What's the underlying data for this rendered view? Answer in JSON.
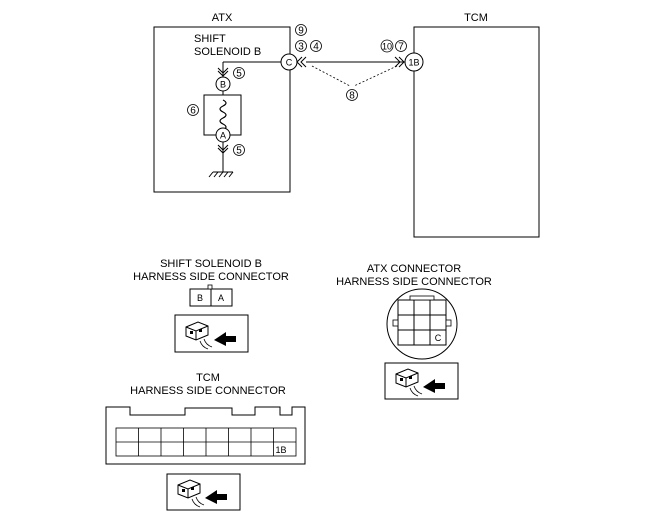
{
  "boxes": {
    "atx_title": "ATX",
    "tcm_title": "TCM",
    "solenoid_line1": "SHIFT",
    "solenoid_line2": "SOLENOID B"
  },
  "terminals": {
    "b": "B",
    "a": "A",
    "c": "C",
    "tcm_1b": "1B"
  },
  "callouts": {
    "n9": "9",
    "n3": "3",
    "n4": "4",
    "n10": "10",
    "n7": "7",
    "n8": "8",
    "n5_top": "5",
    "n6": "6",
    "n5_bottom": "5"
  },
  "connectors": {
    "solenoid_title_line1": "SHIFT SOLENOID B",
    "solenoid_title_line2": "HARNESS SIDE CONNECTOR",
    "solenoid_cells": [
      "B",
      "A"
    ],
    "atx_title_line1": "ATX CONNECTOR",
    "atx_title_line2": "HARNESS SIDE CONNECTOR",
    "atx_cell_c": "C",
    "tcm_title_line1": "TCM",
    "tcm_title_line2": "HARNESS SIDE CONNECTOR",
    "tcm_cell_1b": "1B"
  },
  "icons": [
    "ground-icon",
    "coil-icon",
    "harness-connector-icon",
    "arrow-icon"
  ]
}
